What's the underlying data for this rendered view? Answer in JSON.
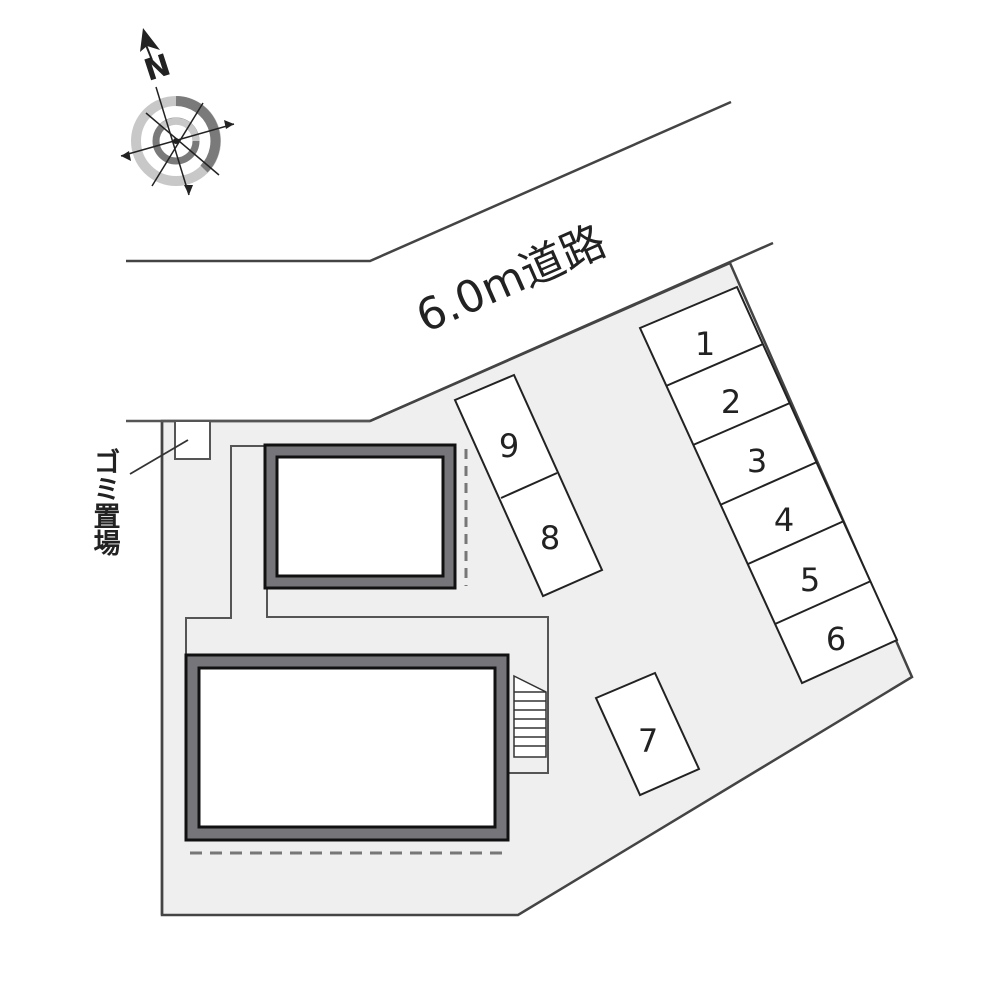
{
  "map": {
    "type": "site-plan",
    "colors": {
      "background": "#ffffff",
      "lot_fill": "#efefef",
      "line": "#333333",
      "building_wall": "#76767a",
      "building_outline": "#111111",
      "compass_dark": "#7a7a7a",
      "compass_light": "#c8c8c8"
    },
    "compass": {
      "label": "N",
      "icon": "compass-rose-icon"
    },
    "road": {
      "label": "6.0m道路"
    },
    "garbage": {
      "label": "ゴミ置場"
    },
    "parking": {
      "stalls": [
        {
          "number": "1"
        },
        {
          "number": "2"
        },
        {
          "number": "3"
        },
        {
          "number": "4"
        },
        {
          "number": "5"
        },
        {
          "number": "6"
        },
        {
          "number": "7"
        },
        {
          "number": "8"
        },
        {
          "number": "9"
        }
      ]
    },
    "buildings": [
      {
        "name": "upper-building"
      },
      {
        "name": "lower-building",
        "has_stairs": true
      }
    ]
  }
}
